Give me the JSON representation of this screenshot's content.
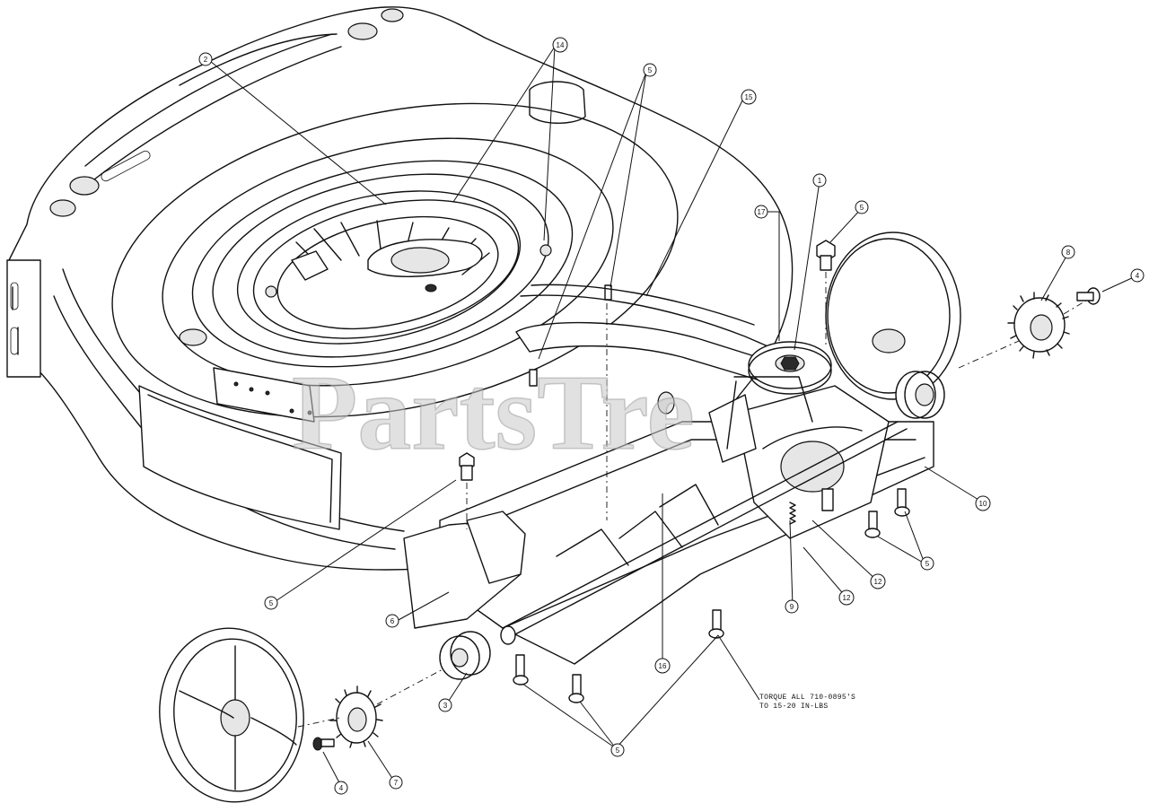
{
  "watermark": "PartsTre",
  "note": {
    "line1": "TORQUE ALL 710-0895'S",
    "line2": "TO 15-20 IN-LBS"
  },
  "callouts": [
    "2",
    "14",
    "5",
    "15",
    "1",
    "17",
    "5",
    "4",
    "8",
    "10",
    "5",
    "12",
    "12",
    "9",
    "16",
    "6",
    "5",
    "3",
    "4",
    "7",
    "5"
  ]
}
